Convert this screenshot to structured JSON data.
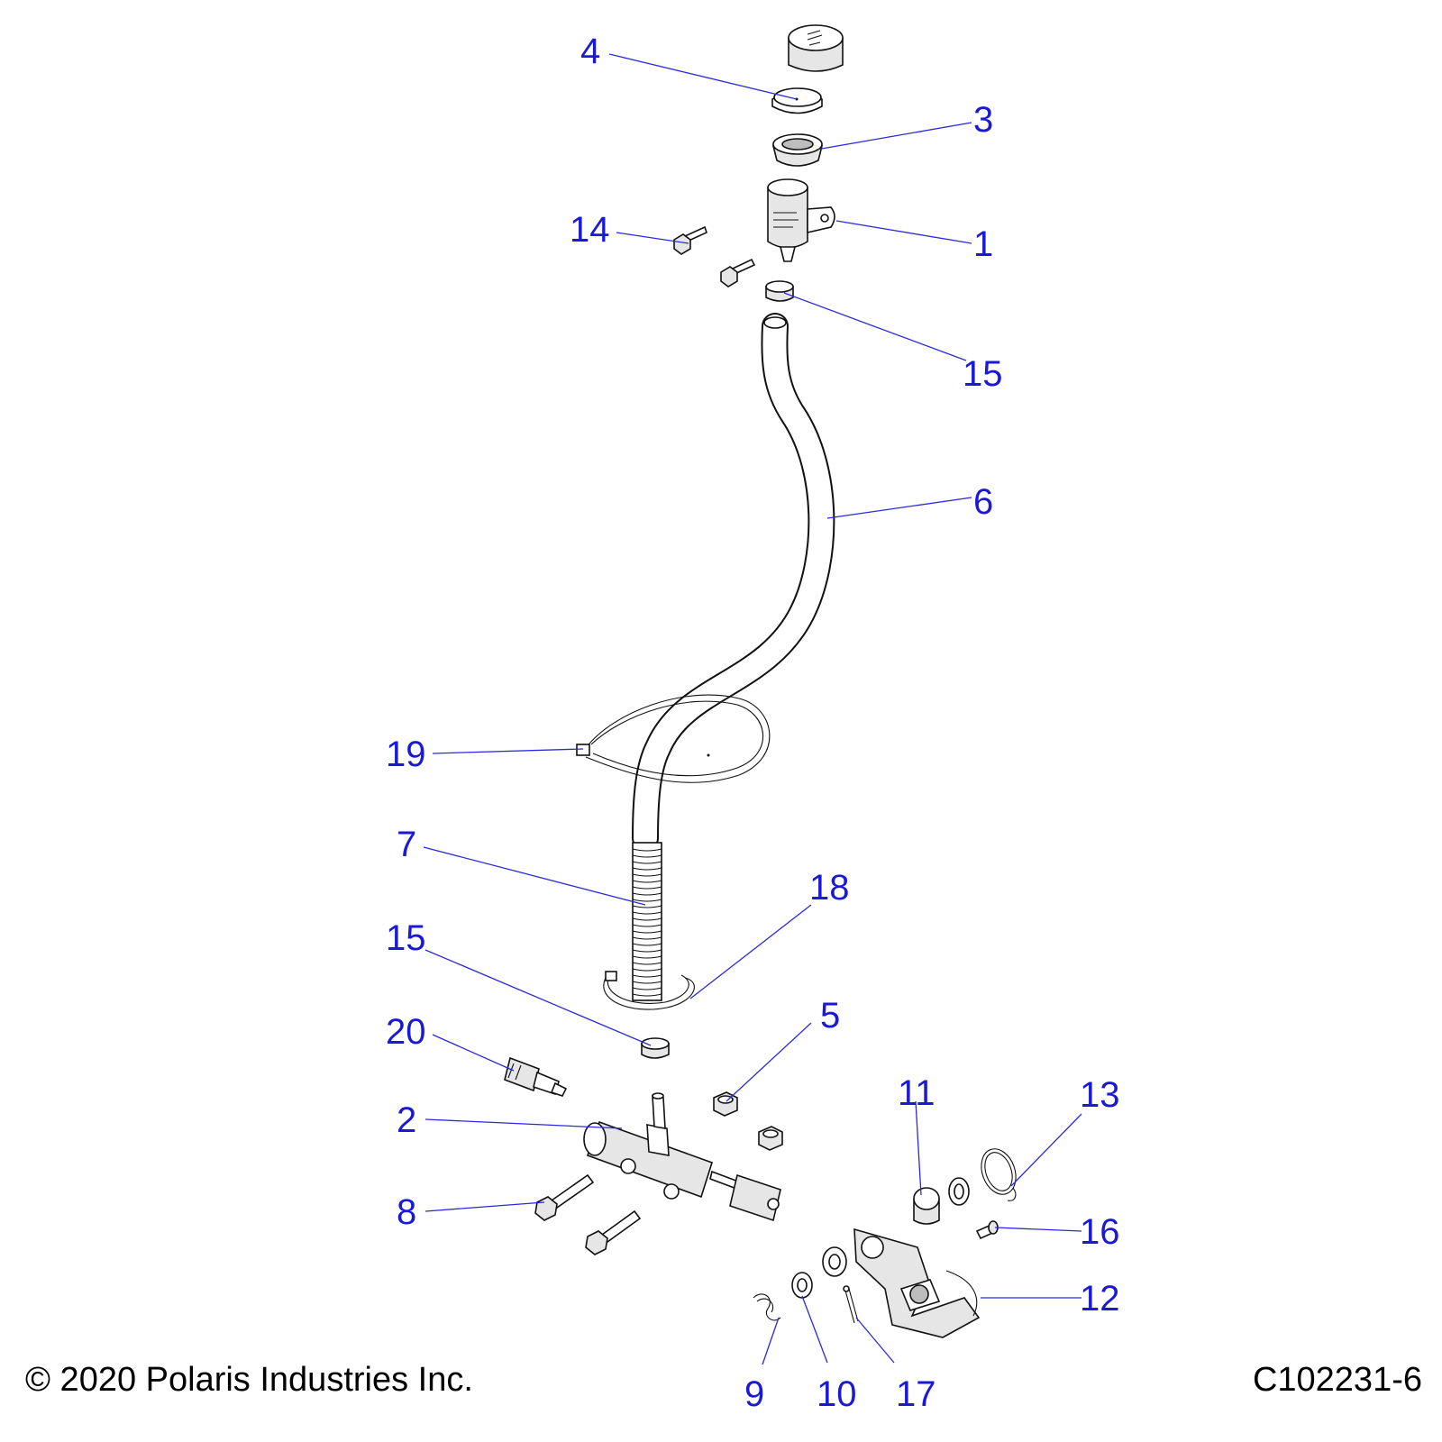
{
  "callouts": {
    "c4": "4",
    "c3": "3",
    "c1": "1",
    "c14": "14",
    "c15_top": "15",
    "c6": "6",
    "c19": "19",
    "c7": "7",
    "c18": "18",
    "c15_bottom": "15",
    "c5": "5",
    "c20": "20",
    "c2": "2",
    "c11": "11",
    "c13": "13",
    "c8": "8",
    "c16": "16",
    "c12": "12",
    "c9": "9",
    "c10": "10",
    "c17": "17"
  },
  "footer": {
    "copyright": "© 2020 Polaris Industries Inc.",
    "figure_id": "C102231-6"
  },
  "colors": {
    "callout_text": "#1a1ad6",
    "leader_line": "#2a2ad8",
    "part_outline": "#111111"
  }
}
